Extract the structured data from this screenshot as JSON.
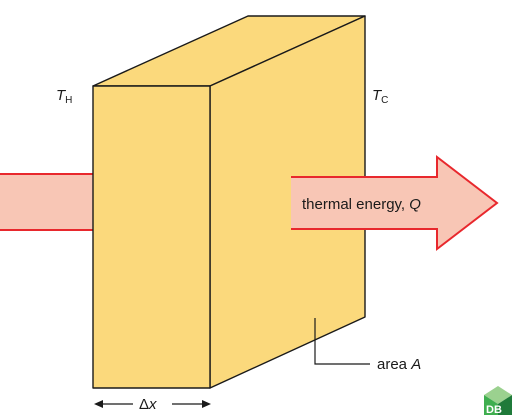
{
  "labels": {
    "hot_symbol": "T",
    "hot_subscript": "H",
    "cold_symbol": "T",
    "cold_subscript": "C",
    "energy_text": "thermal energy, ",
    "energy_symbol": "Q",
    "area_text": "area ",
    "area_symbol": "A",
    "thickness_delta": "Δ",
    "thickness_symbol": "x"
  },
  "logo": {
    "letters": "DB",
    "colors": {
      "dark": "#1f7a3a",
      "mid": "#3fae4f",
      "light": "#9bd18f"
    }
  },
  "colors": {
    "slab_face": "#fbd97c",
    "slab_edge": "#1a1a1a",
    "arrow_fill": "#f8c6b5",
    "arrow_stroke": "#e8282d",
    "label_text": "#1a1a1a"
  }
}
